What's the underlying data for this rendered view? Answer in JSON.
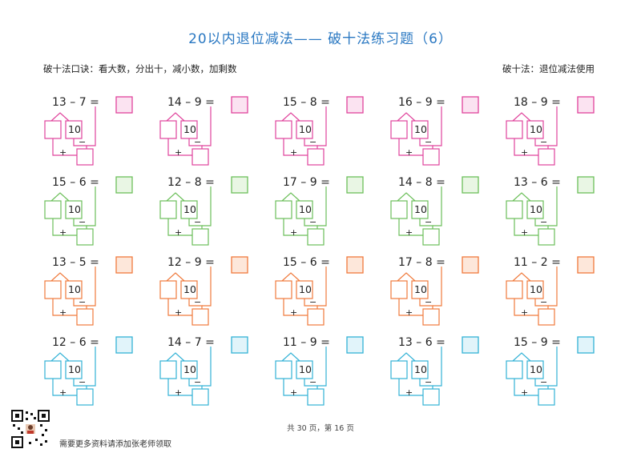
{
  "title": "20以内退位减法—— 破十法练习题（6）",
  "left_note": "破十法口诀：看大数，分出十，减小数，加剩数",
  "right_note": "破十法：退位减法使用",
  "ten_label": "10",
  "plus_sign": "+",
  "minus_sign": "−",
  "eq_sign": "=",
  "rows": [
    {
      "color": "#e0439c",
      "fill": "#fbe3f1",
      "problems": [
        {
          "a": "13",
          "b": "7"
        },
        {
          "a": "14",
          "b": "9"
        },
        {
          "a": "15",
          "b": "8"
        },
        {
          "a": "16",
          "b": "9"
        },
        {
          "a": "18",
          "b": "9"
        }
      ]
    },
    {
      "color": "#6cbf5a",
      "fill": "#e9f6e4",
      "problems": [
        {
          "a": "15",
          "b": "6"
        },
        {
          "a": "12",
          "b": "8"
        },
        {
          "a": "17",
          "b": "9"
        },
        {
          "a": "14",
          "b": "8"
        },
        {
          "a": "13",
          "b": "6"
        }
      ]
    },
    {
      "color": "#f07a3c",
      "fill": "#fde7da",
      "problems": [
        {
          "a": "13",
          "b": "5"
        },
        {
          "a": "12",
          "b": "9"
        },
        {
          "a": "15",
          "b": "6"
        },
        {
          "a": "17",
          "b": "8"
        },
        {
          "a": "11",
          "b": "2"
        }
      ]
    },
    {
      "color": "#33b2d6",
      "fill": "#e1f4fa",
      "problems": [
        {
          "a": "12",
          "b": "6"
        },
        {
          "a": "14",
          "b": "7"
        },
        {
          "a": "11",
          "b": "9"
        },
        {
          "a": "13",
          "b": "6"
        },
        {
          "a": "15",
          "b": "9"
        }
      ]
    }
  ],
  "footer": "共 30 页，第 16 页",
  "promo": "需要更多资料请添加张老师领取",
  "qr_icon": "qr-code-icon"
}
